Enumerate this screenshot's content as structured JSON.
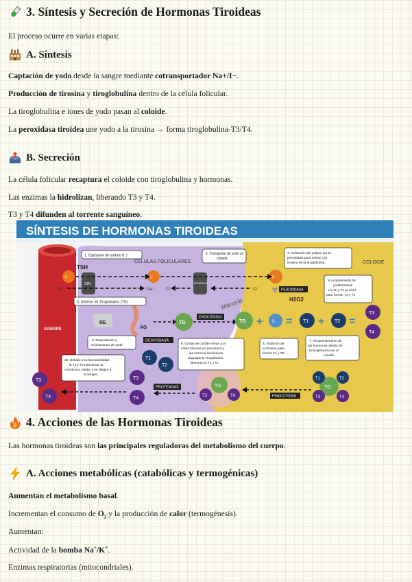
{
  "sec3": {
    "title": "3. Síntesis y Secreción de Hormonas Tiroideas",
    "intro": "El proceso ocurre en varias etapas:",
    "a_title": "A. Síntesis",
    "a1_b1": "Captación de yodo",
    "a1_t1": " desde la sangre mediante ",
    "a1_b2": "cotransportador Na+/I−",
    "a1_t2": ".",
    "a2_b1": "Producción de tirosina",
    "a2_t1": " y ",
    "a2_b2": "tiroglobulina",
    "a2_t2": " dentro de la célula folicular.",
    "a3_t1": "La tiroglobulina e iones de yodo pasan al ",
    "a3_b1": "coloide",
    "a3_t2": ".",
    "a4_t1": "La ",
    "a4_b1": "peroxidasa tiroidea",
    "a4_t2": " une yodo a la tirosina → forma tiroglobulina-T3/T4.",
    "b_title": "B. Secreción",
    "b1_t1": "La célula folicular ",
    "b1_b1": "recaptura",
    "b1_t2": " el coloide con tiroglobulina y hormonas.",
    "b2_t1": "Las enzimas la ",
    "b2_b1": "hidrolizan",
    "b2_t2": ", liberando T3 y T4.",
    "b3_t1": "T3 y T4 ",
    "b3_b1": "difunden al torrente sanguíneo",
    "b3_t2": "."
  },
  "figure": {
    "title": "SÍNTESIS DE HORMONAS TIROIDEAS",
    "label_celulas": "CÉLULAS FOLICULARES",
    "label_coloide": "COLOIDE",
    "label_sangre": "SANGRE",
    "tsh": "TSH",
    "sin": "SIN",
    "pendrina": "PENDRINA",
    "peroxidasa": "PEROXIDASA",
    "h2o2": "H2O2",
    "exocitosis": "EXOCITOSIS",
    "desyodasa": "DESYODASA",
    "proteasas": "PROTEASAS",
    "pinocitosis": "PINOCITOSIS",
    "tg": "TG",
    "ag": "AG",
    "re": "RE",
    "i_minus": "I⁻",
    "na_plus": "Na⁺",
    "cl_minus": "Cl⁻",
    "i2": "I₂",
    "t1": "T1",
    "t2": "T2",
    "t3": "T3",
    "t4": "T4",
    "watermark": "Marcela",
    "box1": [
      "1. Captación de yoduro (I⁻)"
    ],
    "box2": [
      "2. Transporte de yodo al",
      "coloide"
    ],
    "box3": [
      "3. Síntesis de Tiroglobulina (TG)"
    ],
    "box4": [
      "4. Oxidación del yoduro por la",
      "peroxidasa para unirse a la",
      "tirosina de la tiroglobulina."
    ],
    "box5": [
      "5. Yodación de",
      "la tirosina para",
      "formar T1 y T2."
    ],
    "box6": [
      "6.Acoplamiento de",
      "yodotirosinas.",
      "La T1 y T2 se unen",
      "para formar T3 y T4"
    ],
    "box7": [
      "7. Almacenamiento de",
      "las hormonas dentro de",
      "la tiroglobulina en el",
      "coloide"
    ],
    "box8": [
      "8. Gotitas de coloide entran a la",
      "célula folicular por pinocitosis y",
      "las enzimas lisosómicas",
      "degradan la Tiroglobulina",
      "liberando la T3 y T4."
    ],
    "box9": [
      "9. Desyodación y",
      "reciclamiento de yodo"
    ],
    "box10": [
      "10. Debido a su liposolubilidad",
      ", la T3 y T4 atraviesan la",
      "membrana celular y se dirigen a",
      "la sangre."
    ]
  },
  "sec4": {
    "title": "4. Acciones de las Hormonas Tiroideas",
    "intro_t1": "Las hormonas tiroideas son ",
    "intro_b1": "las principales reguladoras del metabolismo del cuerpo",
    "intro_t2": ".",
    "a_title": "A. Acciones metabólicas (catabólicas y termogénicas)",
    "m1_b1": "Aumentan el metabolismo basal",
    "m1_t1": ".",
    "m2_t1": "Incrementan el consumo de ",
    "m2_b1": "O",
    "m2_sub": "2",
    "m2_t2": " y la producción de ",
    "m2_b2": "calor",
    "m2_t3": " (termogénesis).",
    "m3_t1": "Aumentan:",
    "m4_t1": "Actividad de la ",
    "m4_b1": "bomba Na",
    "m4_sup1": "+",
    "m4_b2": "/K",
    "m4_sup2": "+",
    "m4_t2": ".",
    "m5_t1": "Enzimas respiratorias (mitocondriales)."
  },
  "icons": {
    "sec3": "test-tube-icon",
    "a": "factory-icon",
    "b": "outbox-tray-icon",
    "sec4": "fire-icon",
    "a4": "lightning-icon"
  },
  "colors": {
    "sangre": "#c8282d",
    "celulas": "#c9b6e2",
    "coloide": "#e6c84a",
    "banner": "#2f7fb8"
  }
}
